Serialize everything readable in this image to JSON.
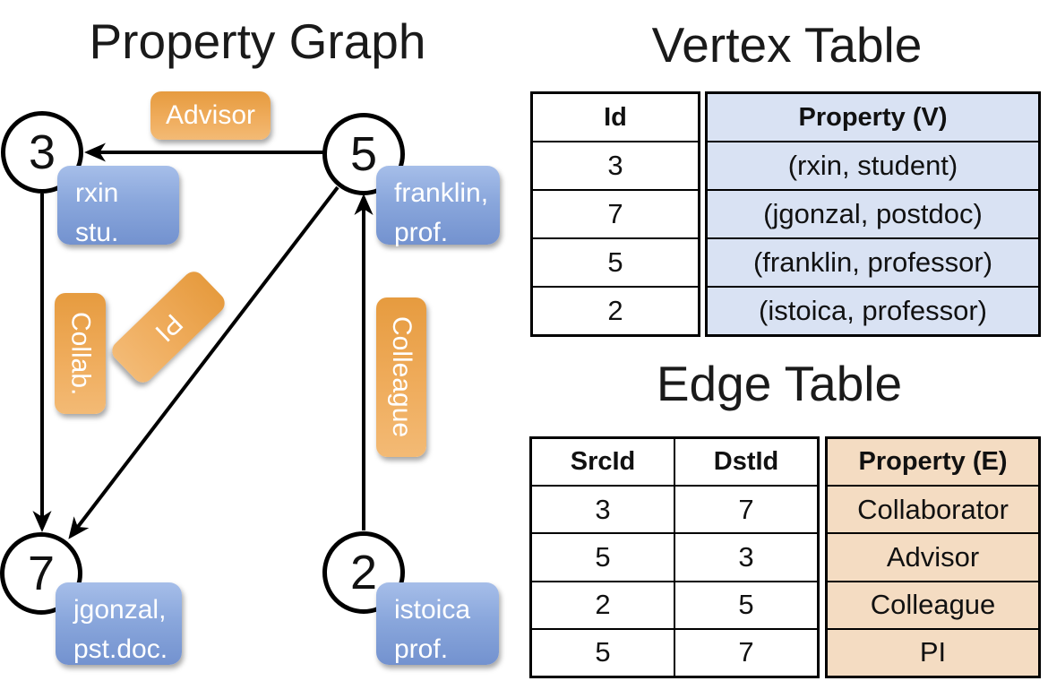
{
  "colors": {
    "edge_label_orange": "#EDA755",
    "vertex_label_blue": "#8AA7DC",
    "vertex_table_property_bg": "#D9E2F3",
    "edge_table_property_bg": "#F4DCC2",
    "line_and_border": "#000000"
  },
  "graph": {
    "title": "Property Graph",
    "vertices": [
      {
        "id": "3",
        "prop_line1": "rxin",
        "prop_line2": "stu."
      },
      {
        "id": "5",
        "prop_line1": "franklin,",
        "prop_line2": "prof."
      },
      {
        "id": "7",
        "prop_line1": "jgonzal,",
        "prop_line2": "pst.doc."
      },
      {
        "id": "2",
        "prop_line1": "istoica",
        "prop_line2": "prof."
      }
    ],
    "edge_labels": {
      "advisor": "Advisor",
      "collab": "Collab.",
      "pi": "PI",
      "colleague": "Colleague"
    }
  },
  "vertex_table": {
    "title": "Vertex Table",
    "columns": {
      "id": "Id",
      "property": "Property (V)"
    },
    "rows": [
      {
        "id": "3",
        "property": "(rxin, student)"
      },
      {
        "id": "7",
        "property": "(jgonzal, postdoc)"
      },
      {
        "id": "5",
        "property": "(franklin, professor)"
      },
      {
        "id": "2",
        "property": "(istoica, professor)"
      }
    ]
  },
  "edge_table": {
    "title": "Edge Table",
    "columns": {
      "src": "SrcId",
      "dst": "DstId",
      "property": "Property (E)"
    },
    "rows": [
      {
        "src": "3",
        "dst": "7",
        "property": "Collaborator"
      },
      {
        "src": "5",
        "dst": "3",
        "property": "Advisor"
      },
      {
        "src": "2",
        "dst": "5",
        "property": "Colleague"
      },
      {
        "src": "5",
        "dst": "7",
        "property": "PI"
      }
    ]
  }
}
